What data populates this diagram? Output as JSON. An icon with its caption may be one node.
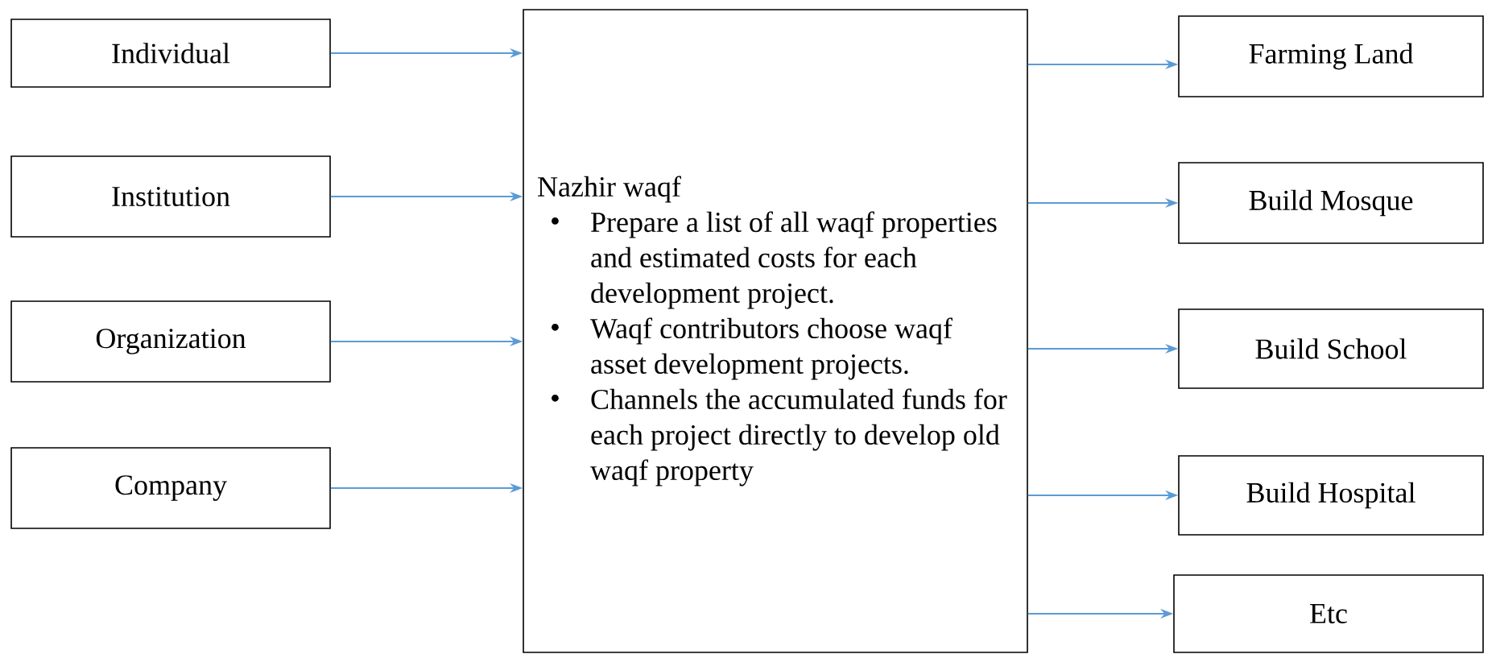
{
  "diagram": {
    "nodes": [
      {
        "text": [
          "Individual"
        ]
      },
      {
        "text": [
          "Institution"
        ]
      },
      {
        "text": [
          "Organization"
        ]
      },
      {
        "text": [
          "Company"
        ]
      },
      {
        "text": [
          "Nazhir waqf",
          "Prepare a list of all waqf properties and estimated costs for each development project.",
          "Waqf contributors choose waqf asset development projects.",
          "Channels the accumulated funds for each project directly to develop old waqf property"
        ]
      },
      {
        "text": [
          "Farming Land"
        ]
      },
      {
        "text": [
          "Build Mosque"
        ]
      },
      {
        "text": [
          "Build School"
        ]
      },
      {
        "text": [
          "Build Hospital"
        ]
      },
      {
        "text": [
          "Etc"
        ]
      }
    ],
    "edges": [
      {
        "from": 0,
        "to": 4,
        "arrow": "to"
      },
      {
        "from": 1,
        "to": 4,
        "arrow": "to"
      },
      {
        "from": 2,
        "to": 4,
        "arrow": "to"
      },
      {
        "from": 3,
        "to": 4,
        "arrow": "to"
      },
      {
        "from": 4,
        "to": 5,
        "arrow": "to"
      },
      {
        "from": 4,
        "to": 6,
        "arrow": "to"
      },
      {
        "from": 4,
        "to": 7,
        "arrow": "to"
      },
      {
        "from": 4,
        "to": 8,
        "arrow": "to"
      },
      {
        "from": 4,
        "to": 9,
        "arrow": "to"
      }
    ]
  }
}
